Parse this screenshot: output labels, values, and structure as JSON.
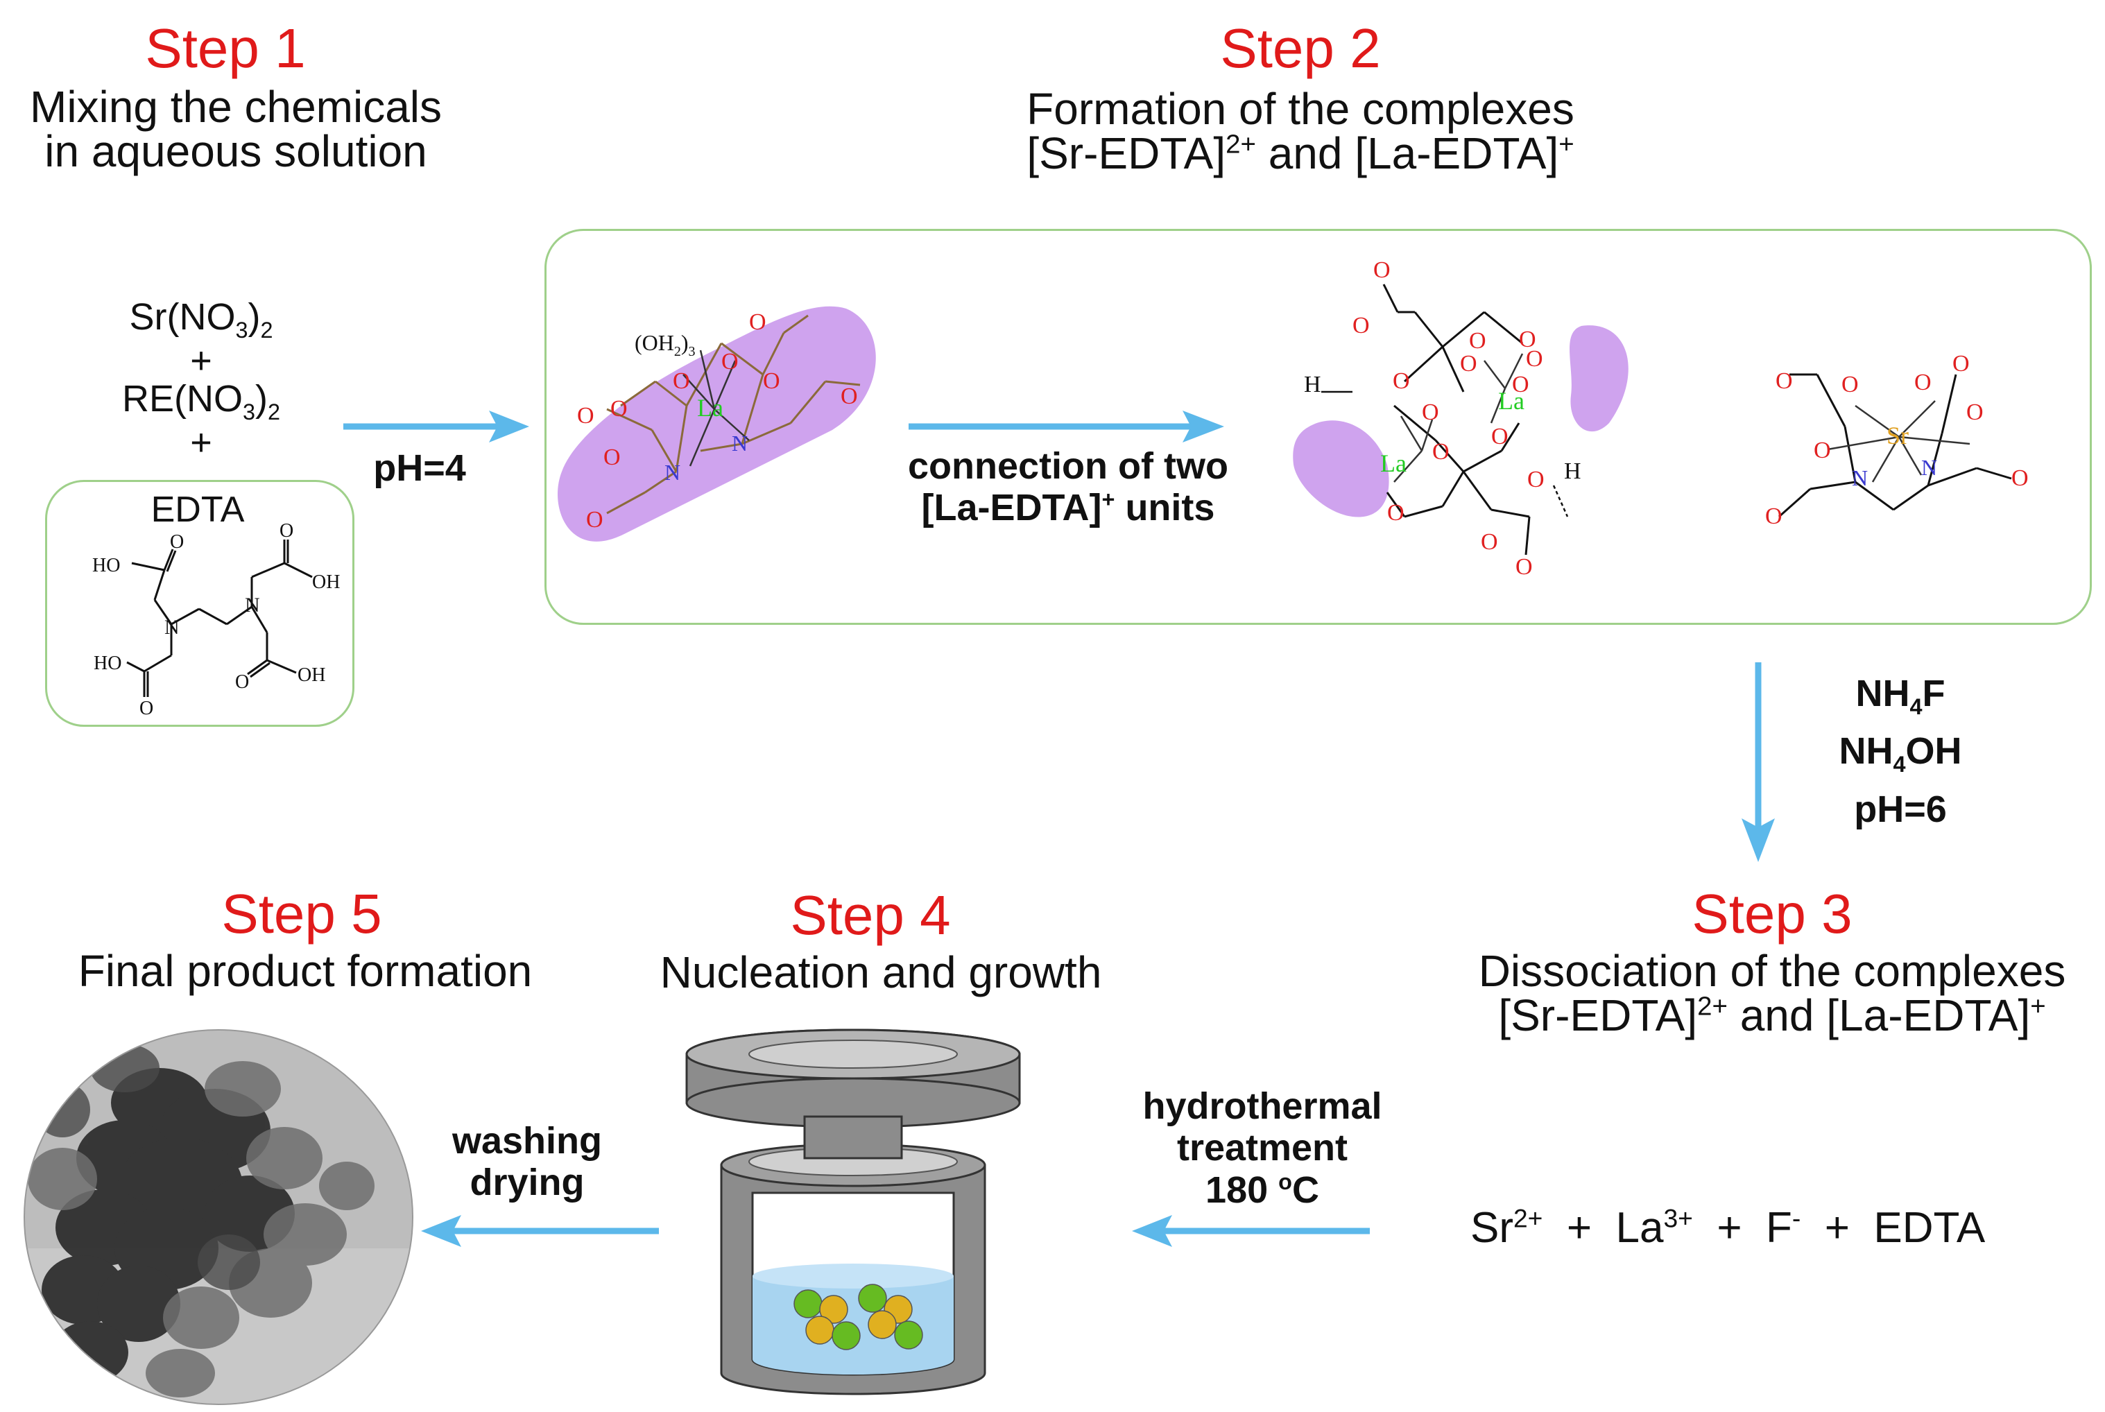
{
  "step1": {
    "title": "Step 1",
    "line1": "Mixing the chemicals",
    "line2": "in aqueous solution"
  },
  "step2": {
    "title": "Step 2",
    "line1": "Formation of the complexes",
    "line2_a": "[Sr-EDTA]",
    "line2_a_sup": "2+",
    "line2_b": " and [La-EDTA]",
    "line2_b_sup": "+"
  },
  "step3": {
    "title": "Step 3",
    "line1": "Dissociation of the complexes",
    "line2_a": "[Sr-EDTA]",
    "line2_a_sup": "2+",
    "line2_b": " and [La-EDTA]",
    "line2_b_sup": "+"
  },
  "step4": {
    "title": "Step 4",
    "line1": "Nucleation and growth"
  },
  "step5": {
    "title": "Step 5",
    "line1": "Final product formation"
  },
  "reagents": {
    "r1": "Sr(NO",
    "r1_sub": "3",
    "r1_end": ")",
    "r1_sub2": "2",
    "plus": "+",
    "r2": "RE(NO",
    "r2_sub": "3",
    "r2_end": ")",
    "r2_sub2": "2",
    "edta": "EDTA"
  },
  "edta_structure": {
    "ho1": "HO",
    "o1": "O",
    "o2": "O",
    "oh1": "OH",
    "n1": "N",
    "n2": "N",
    "ho2": "HO",
    "o3": "O",
    "o4": "O",
    "oh2": "OH"
  },
  "arrows": {
    "ph4": "pH=4",
    "connection_l1": "connection of two",
    "connection_l2a": "[La-EDTA]",
    "connection_l2_sup": "+",
    "connection_l2b": " units",
    "nh4f_a": "NH",
    "nh4f_sub": "4",
    "nh4f_b": "F",
    "nh4oh_a": "NH",
    "nh4oh_sub": "4",
    "nh4oh_b": "OH",
    "ph6": "pH=6",
    "hydro_l1": "hydrothermal",
    "hydro_l2": "treatment",
    "hydro_l3a": "180 ",
    "hydro_l3_sup": "o",
    "hydro_l3b": "C",
    "wash_l1": "washing",
    "wash_l2": "drying"
  },
  "ions": {
    "sr": "Sr",
    "sr_sup": "2+",
    "p1": "+",
    "la": "La",
    "la_sup": "3+",
    "p2": "+",
    "f": "F",
    "f_sup": "-",
    "p3": "+",
    "edta": "EDTA"
  },
  "atoms": {
    "la": "La",
    "sr": "Sr",
    "n": "N",
    "o": "O",
    "h": "H",
    "water": "(OH",
    "water_sub": "2",
    "water_end": ")",
    "water_sub2": "3"
  },
  "colors": {
    "step_red": "#e01a1a",
    "arrow_blue": "#5cb8ea",
    "box_green": "#9fd08a",
    "lobe_purple": "#cfa3ee",
    "oxygen_red": "#e02020",
    "nitrogen_blue": "#3a3ad0",
    "lanthanum_green": "#22cc22",
    "strontium_orange": "#e0a020"
  }
}
